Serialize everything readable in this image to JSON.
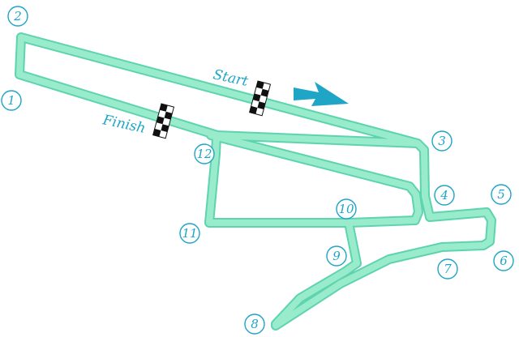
{
  "map": {
    "labels": {
      "start": "Start",
      "finish": "Finish"
    },
    "corners": [
      "1",
      "2",
      "3",
      "4",
      "5",
      "6",
      "7",
      "8",
      "9",
      "10",
      "11",
      "12"
    ],
    "colors": {
      "track_fill": "#98EBCB",
      "track_edge": "#5ED3B0",
      "label": "#1FA5C6",
      "arrow": "#1FA5C6",
      "flag_dark": "#111111",
      "flag_light": "#ffffff"
    },
    "direction": "right",
    "icons": [
      "checkered-flag-icon",
      "direction-arrow-icon"
    ]
  }
}
